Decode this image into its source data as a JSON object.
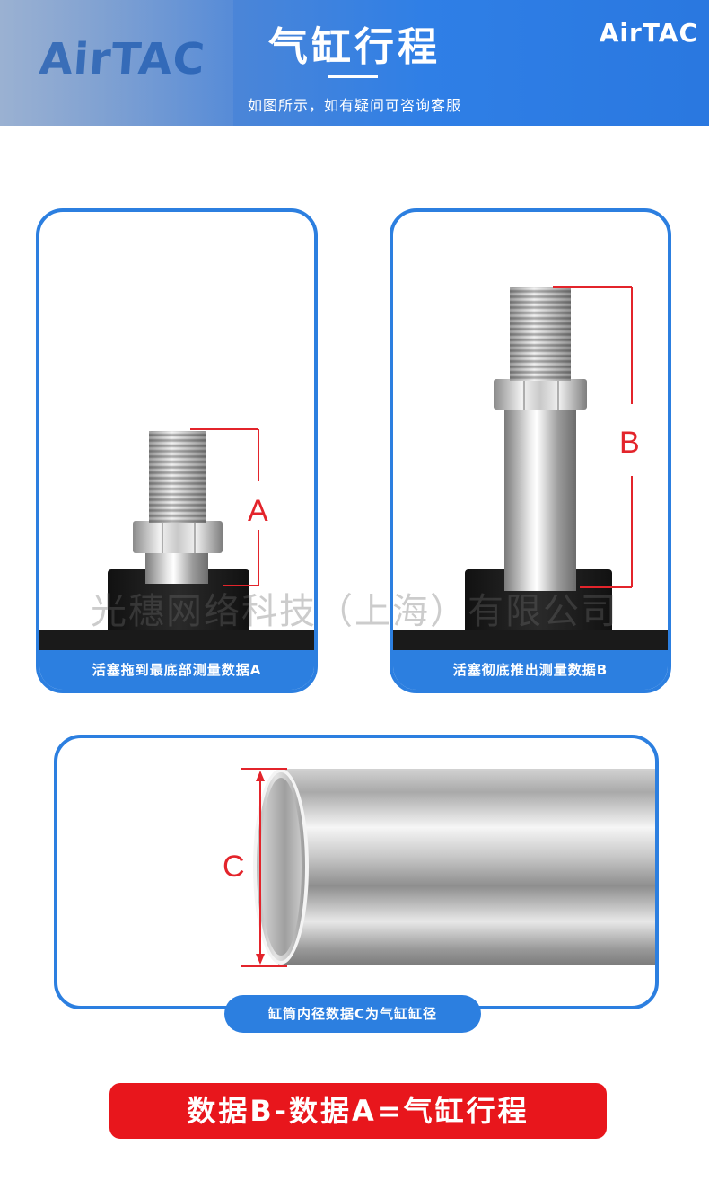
{
  "header": {
    "title": "气缸行程",
    "subtitle": "如图所示，如有疑问可咨询客服",
    "brand_logo": "AirTAC",
    "background_logo": "AirTAC"
  },
  "card_a": {
    "dimension_label": "A",
    "caption": "活塞拖到最底部测量数据A"
  },
  "card_b": {
    "dimension_label": "B",
    "caption": "活塞彻底推出测量数据B"
  },
  "card_c": {
    "dimension_label": "C",
    "caption": "缸筒内径数据C为气缸缸径"
  },
  "watermark": "光穗网络科技（上海）有限公司",
  "formula": "数据B-数据A=气缸行程",
  "colors": {
    "accent_blue": "#2c7fe0",
    "dimension_red": "#e3242b",
    "formula_red": "#e8161c"
  }
}
